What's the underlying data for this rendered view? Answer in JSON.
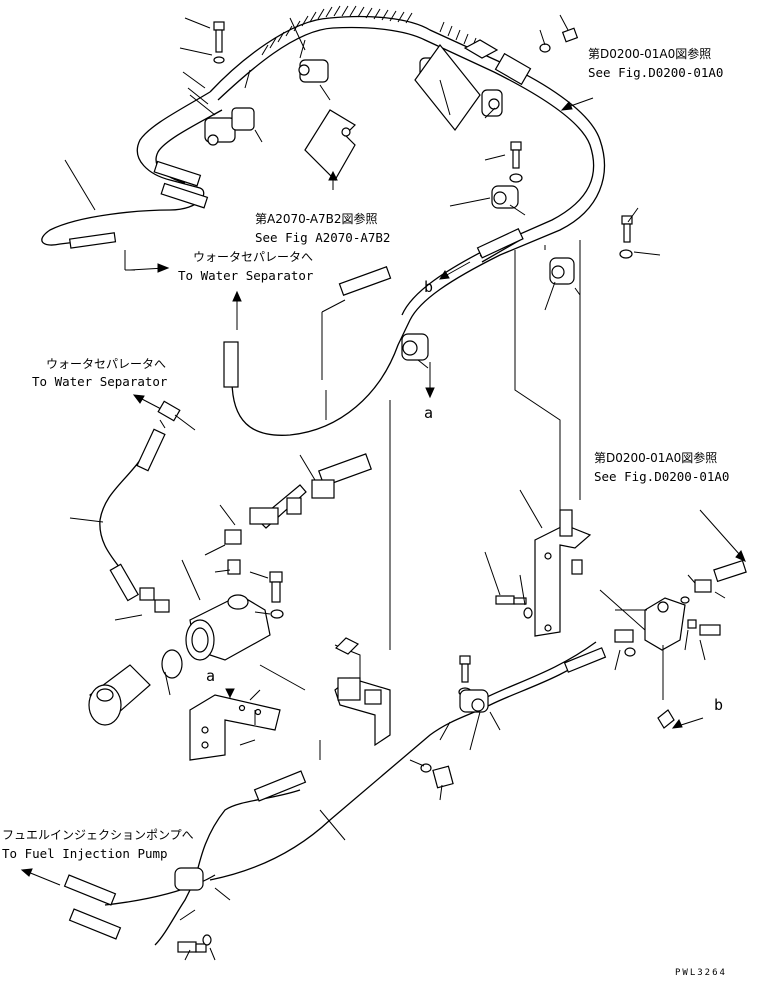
{
  "labels": {
    "ref_top_jp": "第D0200-01A0図参照",
    "ref_top_en": "See Fig.D0200-01A0",
    "ref_mid_jp": "第A2070-A7B2図参照",
    "ref_mid_en": "See Fig A2070-A7B2",
    "water_sep_1_jp": "ウォータセパレータへ",
    "water_sep_1_en": "To Water Separator",
    "water_sep_2_jp": "ウォータセパレータへ",
    "water_sep_2_en": "To Water Separator",
    "ref_right_jp": "第D0200-01A0図参照",
    "ref_right_en": "See Fig.D0200-01A0",
    "fuel_pump_jp": "フュエルインジェクションポンプへ",
    "fuel_pump_en": "To Fuel Injection Pump",
    "marker_a_upper": "a",
    "marker_a_lower": "a",
    "marker_b_upper": "b",
    "marker_b_lower": "b",
    "drawing_code": "PWL3264"
  }
}
